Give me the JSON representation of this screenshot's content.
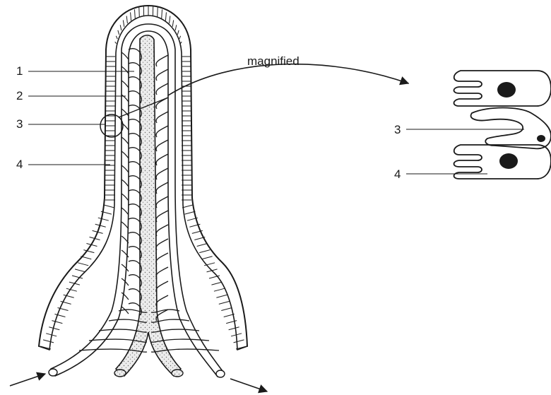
{
  "diagram": {
    "caption": "magnified",
    "main_labels": [
      "1",
      "2",
      "3",
      "4"
    ],
    "magnified_labels": [
      "3",
      "4"
    ]
  },
  "colors": {
    "ink": "#1a1a1a",
    "background": "#ffffff",
    "capillary_fill": "#ffffff",
    "lacteal_fill": "#e6e6e6"
  }
}
